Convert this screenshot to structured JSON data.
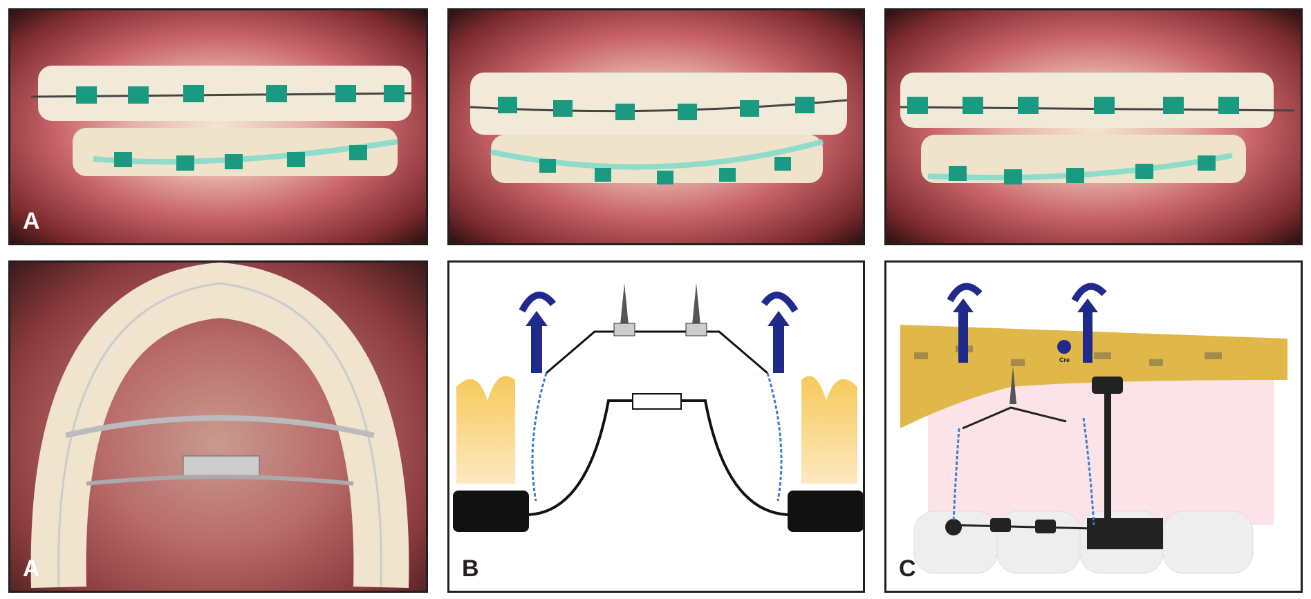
{
  "panels": {
    "top_left": {
      "label": "A"
    },
    "top_center": {
      "label": ""
    },
    "top_right": {
      "label": ""
    },
    "bottom_left": {
      "label": "A"
    },
    "bottom_center": {
      "label": "B"
    },
    "bottom_right": {
      "label": "C",
      "annotation": "Cre"
    }
  },
  "colors": {
    "border": "#231f20",
    "arrow": "#1f2a8a",
    "spring": "#3a7bd5",
    "bone": "#e0b84a",
    "bracket": "#1a9a80"
  }
}
